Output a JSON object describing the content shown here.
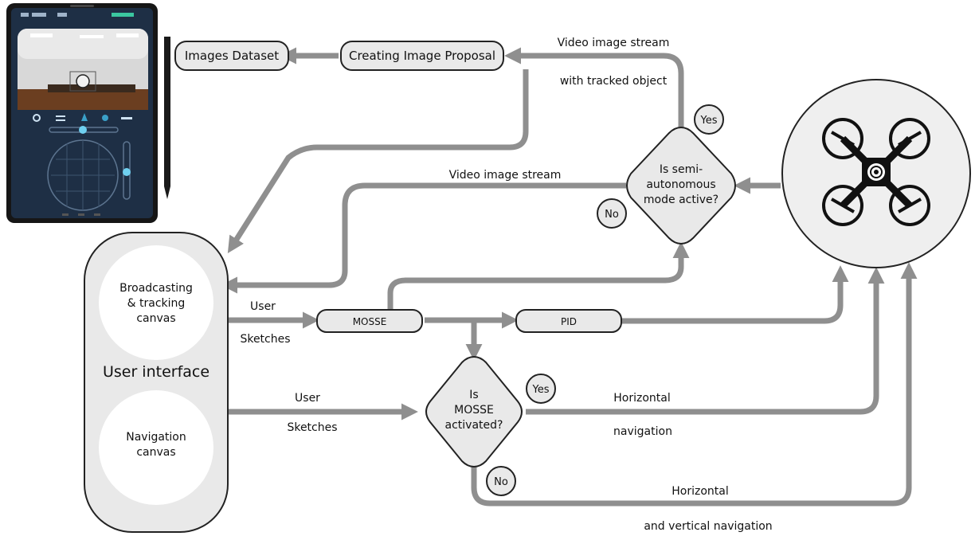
{
  "nodes": {
    "images_dataset": "Images Dataset",
    "creating_image_proposal": "Creating Image Proposal",
    "semi_autonomous_q": [
      "Is semi-",
      "autonomous",
      "mode active?"
    ],
    "mosse_q": [
      "Is",
      "MOSSE",
      "activated?"
    ],
    "mosse": "MOSSE",
    "pid": "PID",
    "user_interface": "User interface",
    "broadcasting_canvas": [
      "Broadcasting",
      "& tracking",
      "canvas"
    ],
    "navigation_canvas": [
      "Navigation",
      "canvas"
    ]
  },
  "answers": {
    "semi_yes": "Yes",
    "semi_no": "No",
    "mosse_yes": "Yes",
    "mosse_no": "No"
  },
  "edges": {
    "video_stream_tracked_1": "Video image stream",
    "video_stream_tracked_2": "with tracked object",
    "video_stream": "Video image stream",
    "user_1": "User",
    "sketches_1": "Sketches",
    "user_2": "User",
    "sketches_2": "Sketches",
    "horizontal_nav_1": "Horizontal",
    "horizontal_nav_2": "navigation",
    "hv_nav_1": "Horizontal",
    "hv_nav_2": "and vertical navigation"
  },
  "icons": [
    "tablet-icon",
    "stylus-icon",
    "drone-icon"
  ],
  "colors": {
    "arrow": "#8f8f8f",
    "node_fill": "#e9e9e9",
    "tablet_screen": "#1e2f45"
  }
}
